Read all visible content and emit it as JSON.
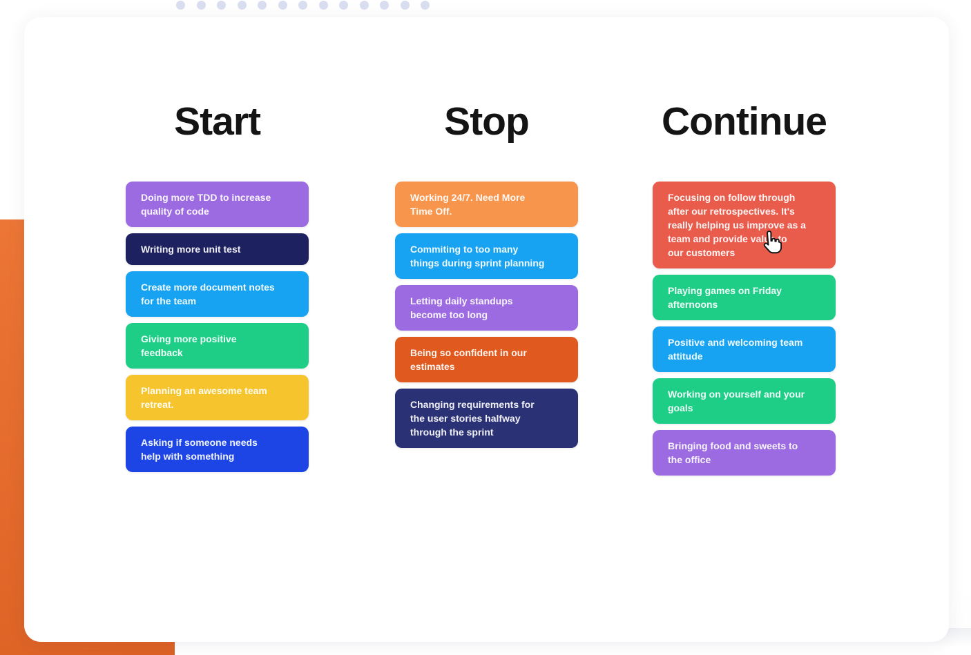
{
  "board": {
    "columns": [
      {
        "title": "Start",
        "cards": [
          {
            "text": "Doing more TDD to increase\nquality of code",
            "color": "#9C6BE2"
          },
          {
            "text": "Writing more unit test",
            "color": "#1D215F"
          },
          {
            "text": "Create more document notes\nfor the team",
            "color": "#17A3F1"
          },
          {
            "text": "Giving more positive\nfeedback",
            "color": "#1ECE87"
          },
          {
            "text": "Planning an awesome team\nretreat.",
            "color": "#F6C52E"
          },
          {
            "text": "Asking if someone needs\nhelp with something",
            "color": "#1D45E5"
          }
        ]
      },
      {
        "title": "Stop",
        "cards": [
          {
            "text": "Working 24/7. Need More\nTime Off.",
            "color": "#F8954D"
          },
          {
            "text": "Commiting to too many\nthings during sprint planning",
            "color": "#17A3F1"
          },
          {
            "text": "Letting daily standups\nbecome too long",
            "color": "#9C6BE2"
          },
          {
            "text": "Being so confident in our\nestimates",
            "color": "#E0591E"
          },
          {
            "text": "Changing requirements for\nthe user stories halfway\nthrough the sprint",
            "color": "#2A3175"
          }
        ]
      },
      {
        "title": "Continue",
        "cards": [
          {
            "text": "Focusing on follow through\nafter our retrospectives. It's\nreally helping us improve as a\nteam and provide value to\nour customers",
            "color": "#E95C4C"
          },
          {
            "text": "Playing games on Friday\nafternoons",
            "color": "#1ECE87"
          },
          {
            "text": "Positive and welcoming team\nattitude",
            "color": "#17A3F1"
          },
          {
            "text": "Working on yourself and your\ngoals",
            "color": "#1ECE87"
          },
          {
            "text": "Bringing food and sweets to\nthe office",
            "color": "#9C6BE2"
          }
        ]
      }
    ]
  },
  "decor": {
    "dots_count": 13,
    "dot_color": "#D8DDF0",
    "side_panel_color": "#E2692C"
  },
  "cursor": {
    "icon": "hand-pointer"
  }
}
